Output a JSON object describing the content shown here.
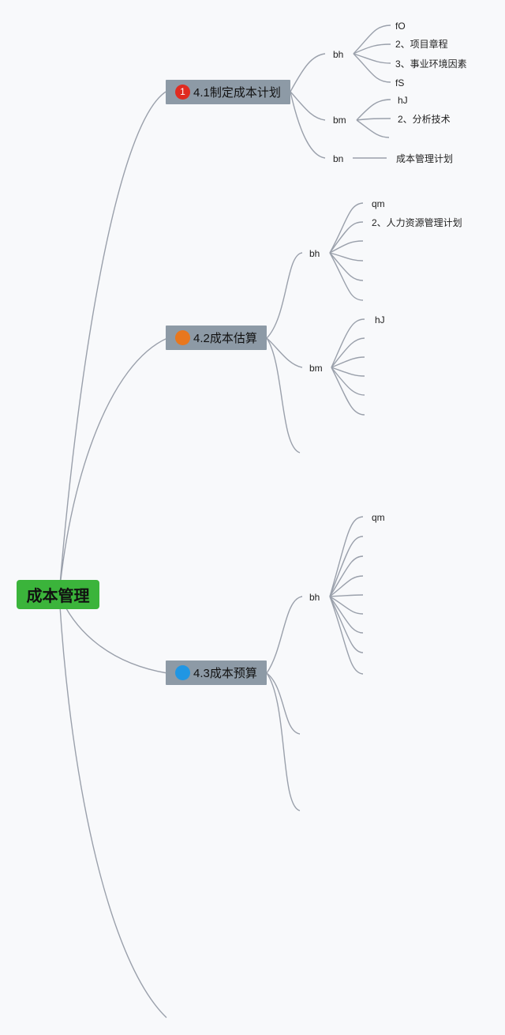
{
  "root": {
    "label": "成本管理"
  },
  "topics": [
    {
      "label": "4.1制定成本计划",
      "badge": "1",
      "badge_color": "#e02b20",
      "groups": [
        {
          "label": "bh",
          "items": [
            "fO",
            "2、项目章程",
            "3、事业环境因素",
            "fS"
          ]
        },
        {
          "label": "bm",
          "items": [
            "hJ",
            "2、分析技术",
            ""
          ]
        },
        {
          "label": "bn",
          "items": [
            "成本管理计划"
          ]
        }
      ]
    },
    {
      "label": "4.2成本估算",
      "badge": "",
      "badge_color": "#e8771e",
      "groups": [
        {
          "label": "bh",
          "items": [
            "qm",
            "2、人力资源管理计划",
            "",
            "",
            "",
            ""
          ]
        },
        {
          "label": "bm",
          "items": [
            "hJ",
            "",
            "",
            "",
            "",
            ""
          ]
        },
        {
          "label": "",
          "items": []
        }
      ]
    },
    {
      "label": "4.3成本预算",
      "badge": "",
      "badge_color": "#2196e3",
      "groups": [
        {
          "label": "bh",
          "items": [
            "qm",
            "",
            "",
            "",
            "",
            "",
            "",
            "",
            ""
          ]
        },
        {
          "label": "",
          "items": []
        },
        {
          "label": "",
          "items": []
        }
      ]
    }
  ]
}
